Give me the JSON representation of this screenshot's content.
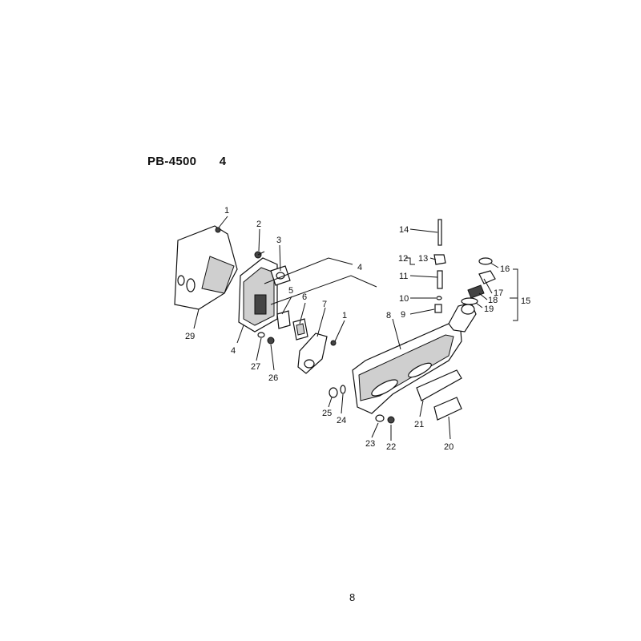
{
  "header": {
    "model": "PB-4500",
    "section": "4"
  },
  "callouts": [
    "1",
    "2",
    "3",
    "4",
    "5",
    "6",
    "7",
    "4",
    "1",
    "29",
    "4",
    "27",
    "26",
    "8",
    "14",
    "12",
    "13",
    "11",
    "10",
    "9",
    "16",
    "17",
    "15",
    "18",
    "19",
    "25",
    "24",
    "23",
    "22",
    "21",
    "20"
  ],
  "footer": {
    "page_number": "8"
  }
}
